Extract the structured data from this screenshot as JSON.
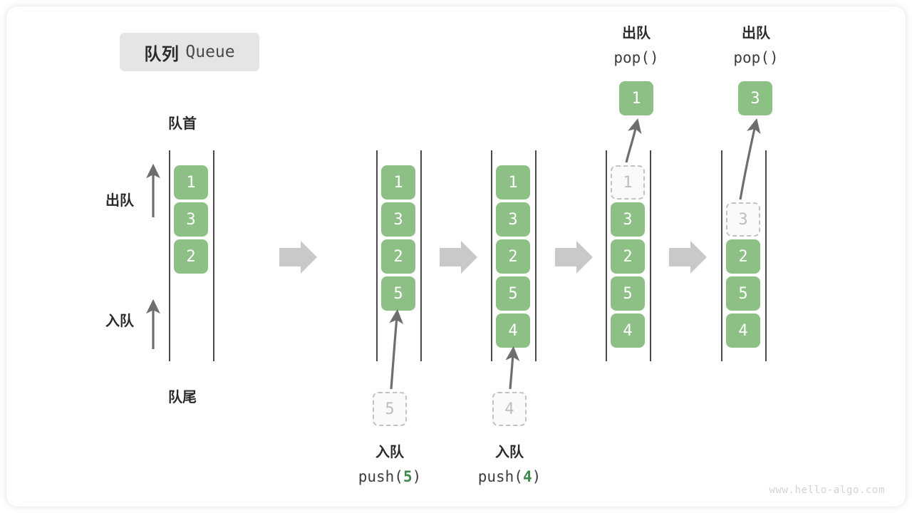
{
  "diagram": {
    "title_cn": "队列",
    "title_en": "Queue",
    "watermark": "www.hello-algo.com",
    "colors": {
      "element": "#8cc084",
      "ghost_fill": "#fafafa",
      "ghost_border": "#c2c2c2",
      "rail": "#4a4a4a",
      "arrow": "#6e6e6e",
      "step_arrow": "#c9c9c9",
      "badge_bg": "#e5e5e5",
      "highlight_number": "#3e8a4b"
    },
    "labels": {
      "front": "队首",
      "rear": "队尾",
      "dequeue": "出队",
      "enqueue": "入队"
    },
    "captions": {
      "push5_cn": "入队",
      "push5_code_pre": "push(",
      "push5_code_num": "5",
      "push5_code_post": ")",
      "push4_cn": "入队",
      "push4_code_pre": "push(",
      "push4_code_num": "4",
      "push4_code_post": ")",
      "pop1_cn": "出队",
      "pop1_code": "pop()",
      "pop2_cn": "出队",
      "pop2_code": "pop()"
    },
    "steps": [
      {
        "name": "initial",
        "cells": [
          {
            "value": "1",
            "state": "filled"
          },
          {
            "value": "3",
            "state": "filled"
          },
          {
            "value": "2",
            "state": "filled"
          }
        ],
        "ghost_below": null,
        "popped": null
      },
      {
        "name": "after-push-5",
        "cells": [
          {
            "value": "1",
            "state": "filled"
          },
          {
            "value": "3",
            "state": "filled"
          },
          {
            "value": "2",
            "state": "filled"
          },
          {
            "value": "5",
            "state": "filled"
          }
        ],
        "ghost_below": "5",
        "popped": null
      },
      {
        "name": "after-push-4",
        "cells": [
          {
            "value": "1",
            "state": "filled"
          },
          {
            "value": "3",
            "state": "filled"
          },
          {
            "value": "2",
            "state": "filled"
          },
          {
            "value": "5",
            "state": "filled"
          },
          {
            "value": "4",
            "state": "filled"
          }
        ],
        "ghost_below": "4",
        "popped": null
      },
      {
        "name": "after-pop-1",
        "cells": [
          {
            "value": "1",
            "state": "ghost"
          },
          {
            "value": "3",
            "state": "filled"
          },
          {
            "value": "2",
            "state": "filled"
          },
          {
            "value": "5",
            "state": "filled"
          },
          {
            "value": "4",
            "state": "filled"
          }
        ],
        "ghost_below": null,
        "popped": "1"
      },
      {
        "name": "after-pop-3",
        "cells": [
          {
            "value": "3",
            "state": "ghost"
          },
          {
            "value": "2",
            "state": "filled"
          },
          {
            "value": "5",
            "state": "filled"
          },
          {
            "value": "4",
            "state": "filled"
          }
        ],
        "ghost_below": null,
        "popped": "3"
      }
    ],
    "cells": {
      "c1_1": "1",
      "c1_2": "3",
      "c1_3": "2",
      "c2_1": "1",
      "c2_2": "3",
      "c2_3": "2",
      "c2_4": "5",
      "c2_ghost": "5",
      "c3_1": "1",
      "c3_2": "3",
      "c3_3": "2",
      "c3_4": "5",
      "c3_5": "4",
      "c3_ghost": "4",
      "c4_ghost": "1",
      "c4_1": "3",
      "c4_2": "2",
      "c4_3": "5",
      "c4_4": "4",
      "c4_pop": "1",
      "c5_ghost": "3",
      "c5_1": "2",
      "c5_2": "5",
      "c5_3": "4",
      "c5_pop": "3"
    }
  }
}
